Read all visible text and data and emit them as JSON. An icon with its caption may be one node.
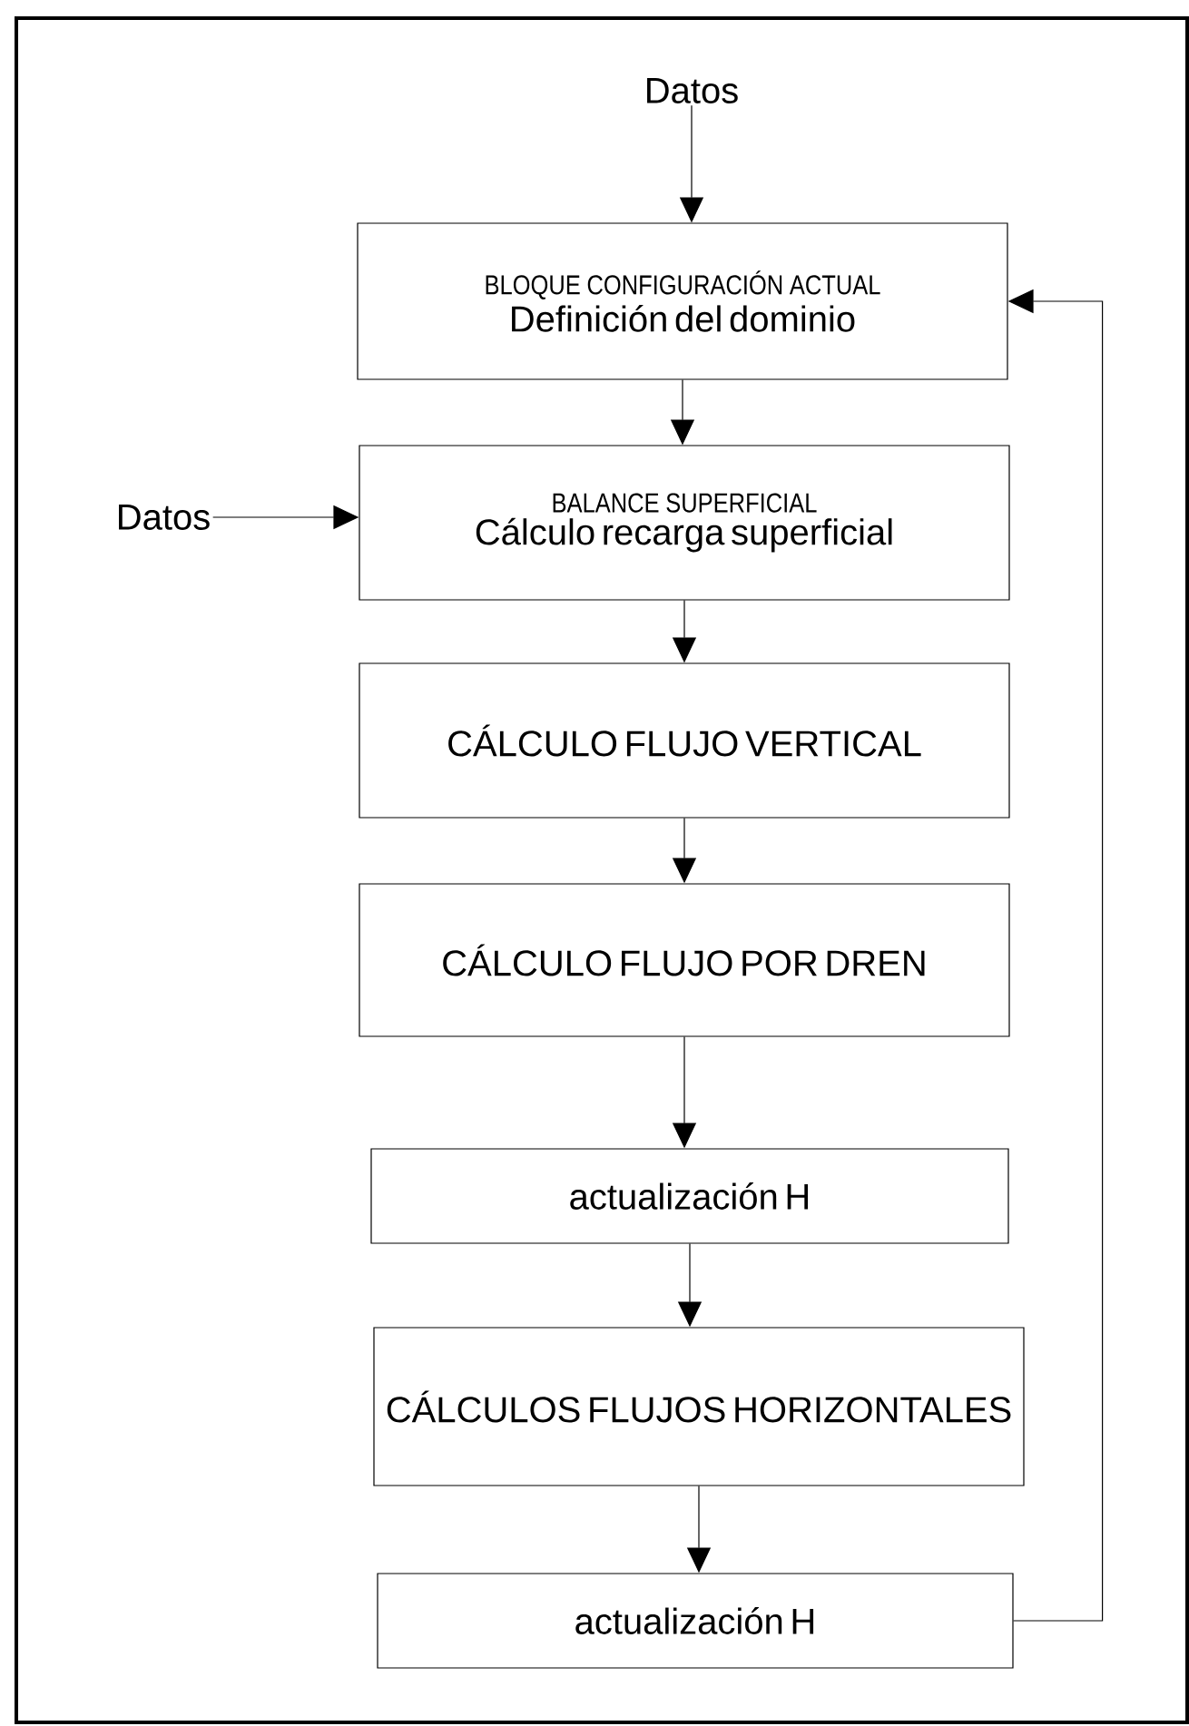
{
  "diagram": {
    "nodes": [
      {
        "text": [
          "Datos"
        ]
      },
      {
        "text": [
          "BLOQUE CONFIGURACIÓN ACTUAL",
          "Definición del dominio"
        ]
      },
      {
        "text": [
          "Datos"
        ]
      },
      {
        "text": [
          "BALANCE SUPERFICIAL",
          "Cálculo recarga superficial"
        ]
      },
      {
        "text": [
          "CÁLCULO FLUJO VERTICAL"
        ]
      },
      {
        "text": [
          "CÁLCULO FLUJO POR DREN"
        ]
      },
      {
        "text": [
          "actualización H"
        ]
      },
      {
        "text": [
          "CÁLCULOS FLUJOS HORIZONTALES"
        ]
      },
      {
        "text": [
          "actualización H"
        ]
      }
    ],
    "edges": [
      {
        "from": 0,
        "to": 1,
        "arrow": "to"
      },
      {
        "from": 1,
        "to": 3,
        "arrow": "to"
      },
      {
        "from": 2,
        "to": 3,
        "arrow": "to"
      },
      {
        "from": 3,
        "to": 4,
        "arrow": "to"
      },
      {
        "from": 4,
        "to": 5,
        "arrow": "to"
      },
      {
        "from": 5,
        "to": 6,
        "arrow": "to"
      },
      {
        "from": 6,
        "to": 7,
        "arrow": "to"
      },
      {
        "from": 7,
        "to": 8,
        "arrow": "to"
      },
      {
        "from": 8,
        "to": 1,
        "arrow": "to"
      }
    ]
  }
}
